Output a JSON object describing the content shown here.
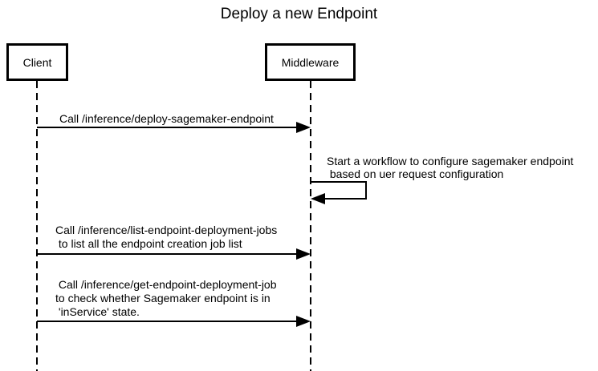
{
  "title": "Deploy a new Endpoint",
  "actors": {
    "client": "Client",
    "middleware": "Middleware"
  },
  "messages": {
    "deploy": {
      "from": "Client",
      "to": "Middleware",
      "lines": [
        "Call /inference/deploy-sagemaker-endpoint"
      ]
    },
    "workflow": {
      "from": "Middleware",
      "to": "Middleware",
      "lines": [
        "Start a workflow to configure sagemaker endpoint",
        " based on uer request configuration"
      ]
    },
    "list": {
      "from": "Client",
      "to": "Middleware",
      "lines": [
        "Call /inference/list-endpoint-deployment-jobs",
        " to list all the endpoint creation job list"
      ]
    },
    "get": {
      "from": "Client",
      "to": "Middleware",
      "lines": [
        " Call /inference/get-endpoint-deployment-job",
        "to check whether Sagemaker endpoint is in",
        " 'inService' state."
      ]
    }
  },
  "colors": {
    "line": "#000000",
    "text": "#000000",
    "background": "#ffffff"
  }
}
